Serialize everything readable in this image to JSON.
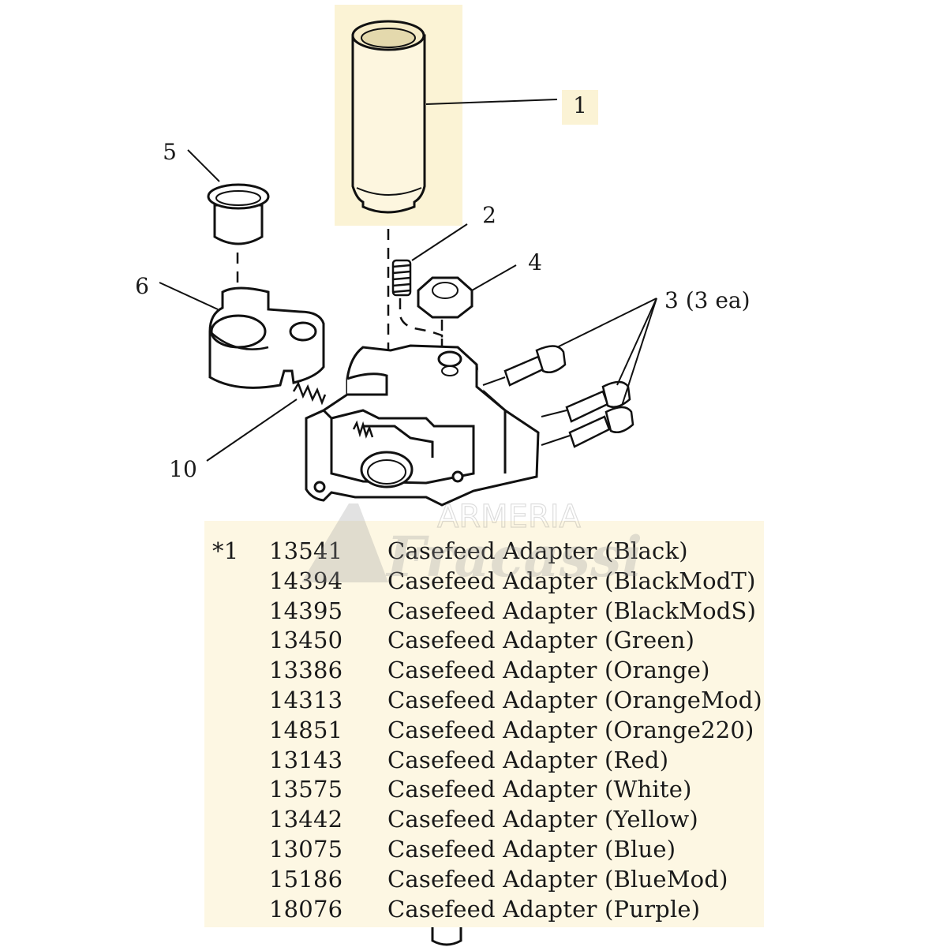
{
  "callouts": {
    "c1": "1",
    "c2": "2",
    "c3": "3 (3 ea)",
    "c4": "4",
    "c5": "5",
    "c6": "6",
    "c10": "10"
  },
  "highlight_color": "#fbf3d5",
  "watermark": {
    "line1": "ARMERIA",
    "line2": "Fracassi"
  },
  "parts": [
    {
      "ref": "*1",
      "number": "13541",
      "description": "Casefeed Adapter (Black)"
    },
    {
      "ref": "",
      "number": "14394",
      "description": "Casefeed Adapter (BlackModT)"
    },
    {
      "ref": "",
      "number": "14395",
      "description": "Casefeed Adapter (BlackModS)"
    },
    {
      "ref": "",
      "number": "13450",
      "description": "Casefeed Adapter (Green)"
    },
    {
      "ref": "",
      "number": "13386",
      "description": "Casefeed Adapter (Orange)"
    },
    {
      "ref": "",
      "number": "14313",
      "description": "Casefeed Adapter (OrangeMod)"
    },
    {
      "ref": "",
      "number": "14851",
      "description": "Casefeed Adapter (Orange220)"
    },
    {
      "ref": "",
      "number": "13143",
      "description": "Casefeed Adapter (Red)"
    },
    {
      "ref": "",
      "number": "13575",
      "description": "Casefeed Adapter (White)"
    },
    {
      "ref": "",
      "number": "13442",
      "description": "Casefeed Adapter (Yellow)"
    },
    {
      "ref": "",
      "number": "13075",
      "description": "Casefeed Adapter (Blue)"
    },
    {
      "ref": "",
      "number": "15186",
      "description": "Casefeed Adapter (BlueMod)"
    },
    {
      "ref": "",
      "number": "18076",
      "description": "Casefeed Adapter (Purple)"
    }
  ]
}
